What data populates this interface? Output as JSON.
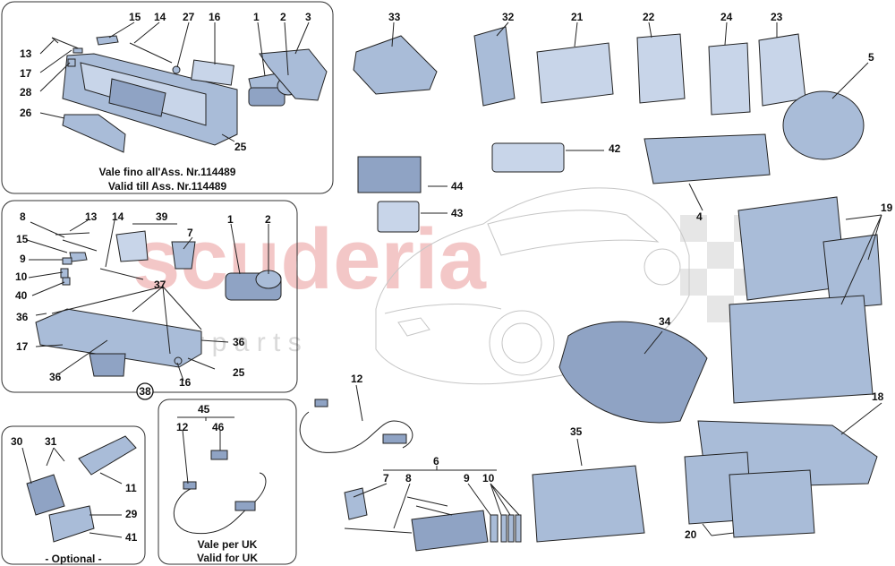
{
  "watermark": {
    "brand": "scuderia",
    "sub": "c a r   p a r t s"
  },
  "captions": {
    "box1_line1": "Vale fino all'Ass. Nr.114489",
    "box1_line2": "Valid till Ass. Nr.114489",
    "optional": "- Optional -",
    "uk_line1": "Vale per UK",
    "uk_line2": "Valid for UK",
    "circle_38": "38"
  },
  "labels": {
    "a15": "15",
    "a14": "14",
    "a27": "27",
    "a16": "16",
    "a1": "1",
    "a2": "2",
    "a3": "3",
    "a13": "13",
    "a17": "17",
    "a28": "28",
    "a26": "26",
    "a25": "25",
    "b8": "8",
    "b13": "13",
    "b14": "14",
    "b39": "39",
    "b1": "1",
    "b2": "2",
    "b7": "7",
    "b15": "15",
    "b9": "9",
    "b10": "10",
    "b40": "40",
    "b37": "37",
    "b36a": "36",
    "b17": "17",
    "b36b": "36",
    "b36c": "36",
    "b16": "16",
    "b25": "25",
    "c30": "30",
    "c31": "31",
    "c11": "11",
    "c29": "29",
    "c41": "41",
    "d45": "45",
    "d12": "12",
    "d46": "46",
    "e33": "33",
    "e32": "32",
    "e21": "21",
    "e22": "22",
    "e24": "24",
    "e23": "23",
    "e5": "5",
    "e42": "42",
    "e44": "44",
    "e43": "43",
    "e4": "4",
    "e19": "19",
    "f34": "34",
    "f12": "12",
    "f6": "6",
    "f7": "7",
    "f8": "8",
    "f9": "9",
    "f10": "10",
    "f35": "35",
    "f18": "18",
    "f20": "20"
  },
  "colors": {
    "part": "#a9bcd8",
    "part_dark": "#8fa3c4",
    "watermark": "#f3c7c7"
  }
}
